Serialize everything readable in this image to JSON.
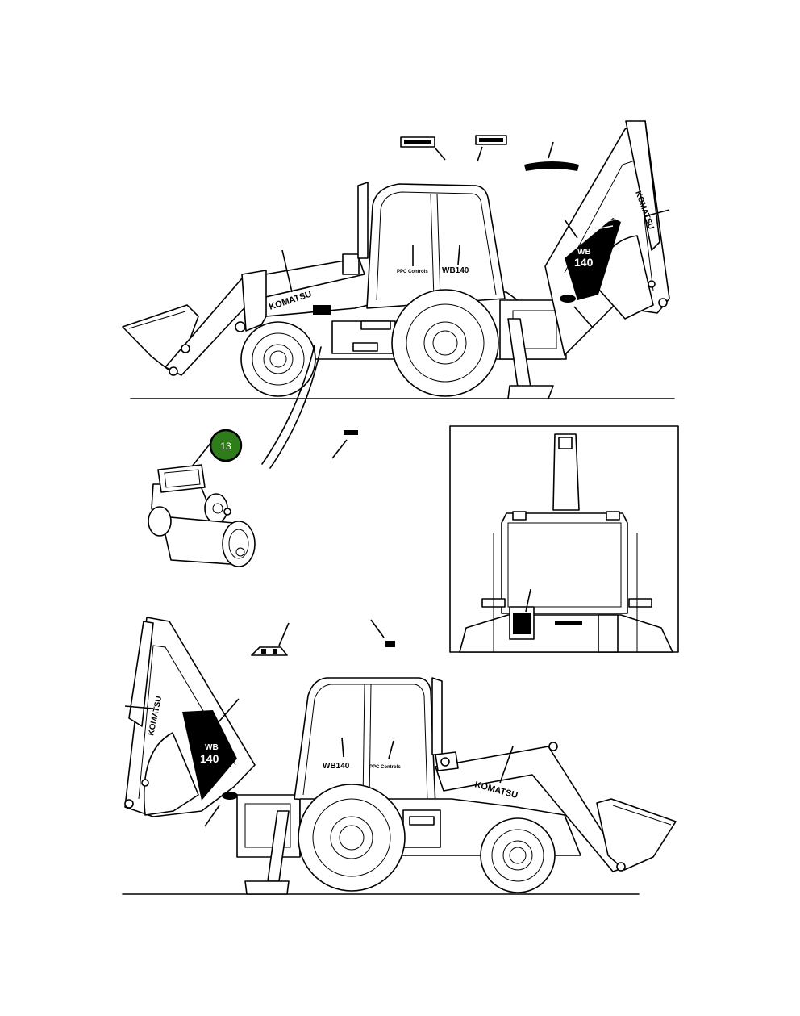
{
  "callout": {
    "number": "13",
    "color": "#2e7d1a"
  },
  "decals": {
    "brand": "KOMATSU",
    "model_small": "WB",
    "model_number": "140",
    "cab_model": "WB140",
    "ppc": "PPC Controls"
  }
}
